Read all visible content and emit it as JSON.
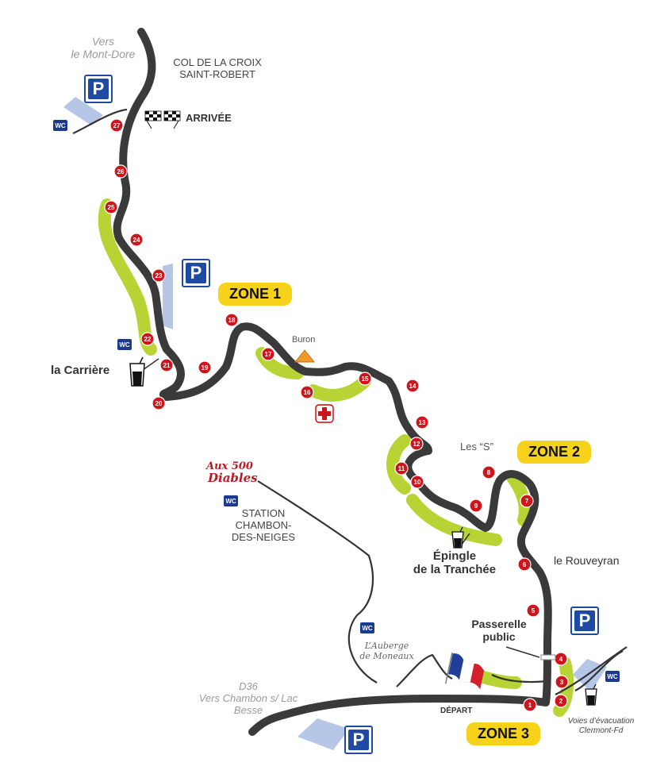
{
  "labels": {
    "vers_mont_dore": "Vers\nle Mont-Dore",
    "col": "COL DE LA CROIX\nSAINT-ROBERT",
    "arrivee": "ARRIVÉE",
    "la_carriere": "la Carrière",
    "buron": "Buron",
    "les_s": "Les “S”",
    "epingle": "Épingle\nde la Tranchée",
    "le_rouveyran": "le Rouveyran",
    "passerelle": "Passerelle\npublic",
    "station": "STATION\nCHAMBON-\nDES-NEIGES",
    "auberge": "L’Auberge\nde Moneaux",
    "d36": "D36\nVers Chambon s/ Lac\nBesse",
    "depart": "DÉPART",
    "voies": "Voies d’évacuation\nClermont-Fd",
    "logo_top": "Aux 500",
    "logo_bottom": "Diables"
  },
  "zones": [
    "ZONE 1",
    "ZONE 2",
    "ZONE 3"
  ],
  "parking_symbol": "P",
  "wc_symbol": "WC",
  "markers": [
    "1",
    "2",
    "3",
    "4",
    "5",
    "6",
    "7",
    "8",
    "9",
    "10",
    "11",
    "12",
    "13",
    "14",
    "15",
    "16",
    "17",
    "18",
    "19",
    "20",
    "21",
    "22",
    "23",
    "24",
    "25",
    "26",
    "27"
  ],
  "colors": {
    "road": "#3a3a3a",
    "zone_green": "#b7d334",
    "marker_red": "#d0141b",
    "zone_yellow": "#f6d21b",
    "parking_blue": "#1f4aa3",
    "parking_area": "#b5c6e6",
    "first_aid": "#d0141b",
    "buron_orange": "#f09a2a"
  },
  "icons": [
    "parking-icon",
    "wc-icon",
    "drink-icon",
    "checkered-flag-icon",
    "first-aid-icon",
    "buron-tent-icon",
    "french-flag-icon"
  ]
}
